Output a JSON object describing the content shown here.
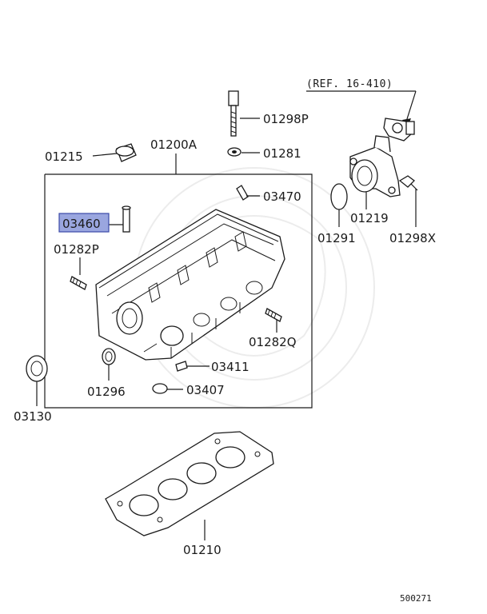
{
  "reference": "(REF. 16-410)",
  "diagram_code": "500271",
  "highlight_color": "#9aa6df",
  "parts": {
    "p01200A": "01200A",
    "p01215": "01215",
    "p01298P": "01298P",
    "p01281": "01281",
    "p03470": "03470",
    "p03460": "03460",
    "p01282P": "01282P",
    "p01282Q": "01282Q",
    "p03411": "03411",
    "p03407": "03407",
    "p01296": "01296",
    "p03130": "03130",
    "p01210": "01210",
    "p01219": "01219",
    "p01291": "01291",
    "p01298X": "01298X"
  },
  "highlighted_part": "03460"
}
